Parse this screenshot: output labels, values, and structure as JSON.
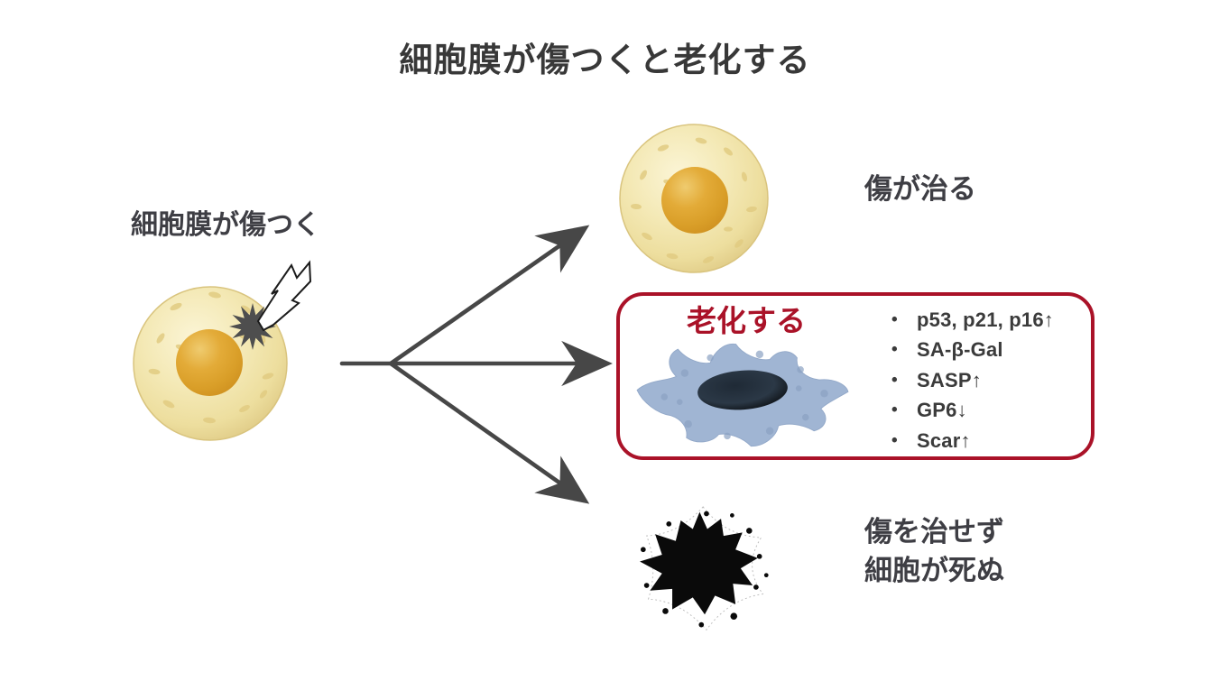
{
  "title": "細胞膜が傷つくと老化する",
  "source": {
    "label": "細胞膜が傷つく"
  },
  "outcomes": {
    "heal": {
      "label": "傷が治る"
    },
    "senesce": {
      "heading": "老化する",
      "markers": [
        "p53, p21, p16↑",
        "SA-β-Gal",
        "SASP↑",
        "GP6↓",
        "Scar↑"
      ]
    },
    "die": {
      "line1": "傷を治せず",
      "line2": "細胞が死ぬ"
    }
  },
  "colors": {
    "accent_red": "#AA1228",
    "arrow_gray": "#474747",
    "text_dark": "#3E3E44",
    "cell_body_yellow": "#F2E7B0",
    "cell_rim_yellow": "#DFCA85",
    "nucleus_orange": "#DFA42F",
    "senescent_cell_blue": "#A0B5D3",
    "senescent_nucleus": "#2B3846",
    "dead_cell_black": "#0A0A0A",
    "damage_starburst_gray": "#4E4E4E"
  },
  "icons": {
    "lightning": "zigzag-lightning-bolt",
    "damage_site": "dark-starburst",
    "healthy_cell": "round-yellow-cell",
    "damaged_cell": "round-yellow-cell-with-starburst",
    "senescent_cell": "blue-star-shaped-cell",
    "dead_cell": "black-splat",
    "branch_arrows": "three-way-fork-arrows",
    "bullet": "•",
    "up_arrow": "↑",
    "down_arrow": "↓"
  }
}
